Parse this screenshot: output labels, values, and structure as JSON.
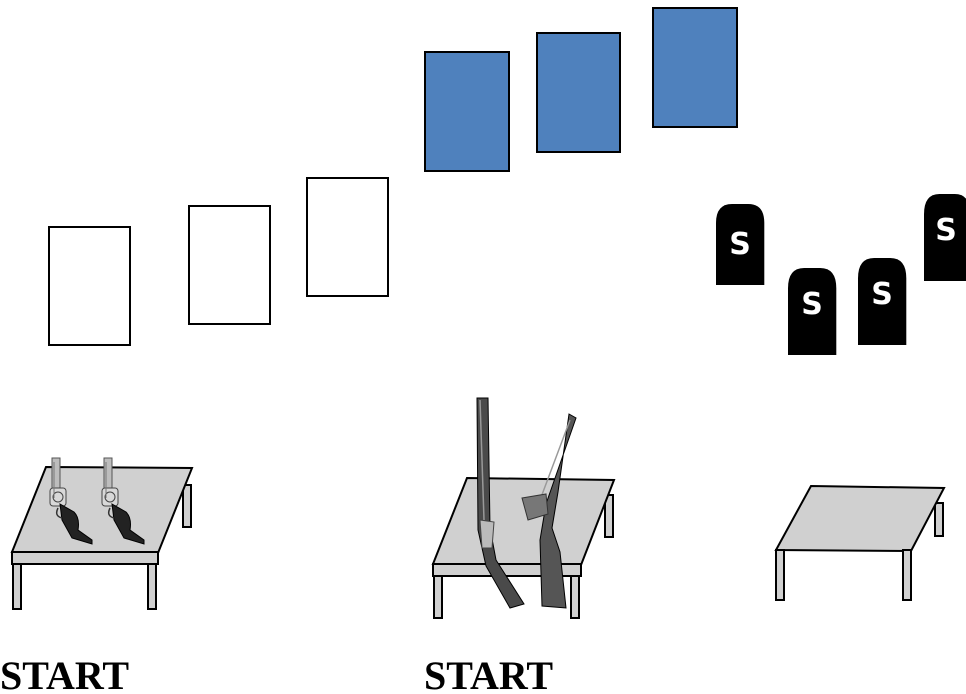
{
  "labels": {
    "start_left": "START",
    "start_middle": "START"
  },
  "tombstone_letter": "S",
  "colors": {
    "blue_card": "#4f81bd",
    "table_top": "#d0d0d0",
    "tombstone": "#000000",
    "outline": "#000000"
  },
  "icons": {
    "revolver": "revolver-icon",
    "rifle": "rifle-icon",
    "tombstone": "tombstone-icon",
    "table": "table-icon"
  }
}
